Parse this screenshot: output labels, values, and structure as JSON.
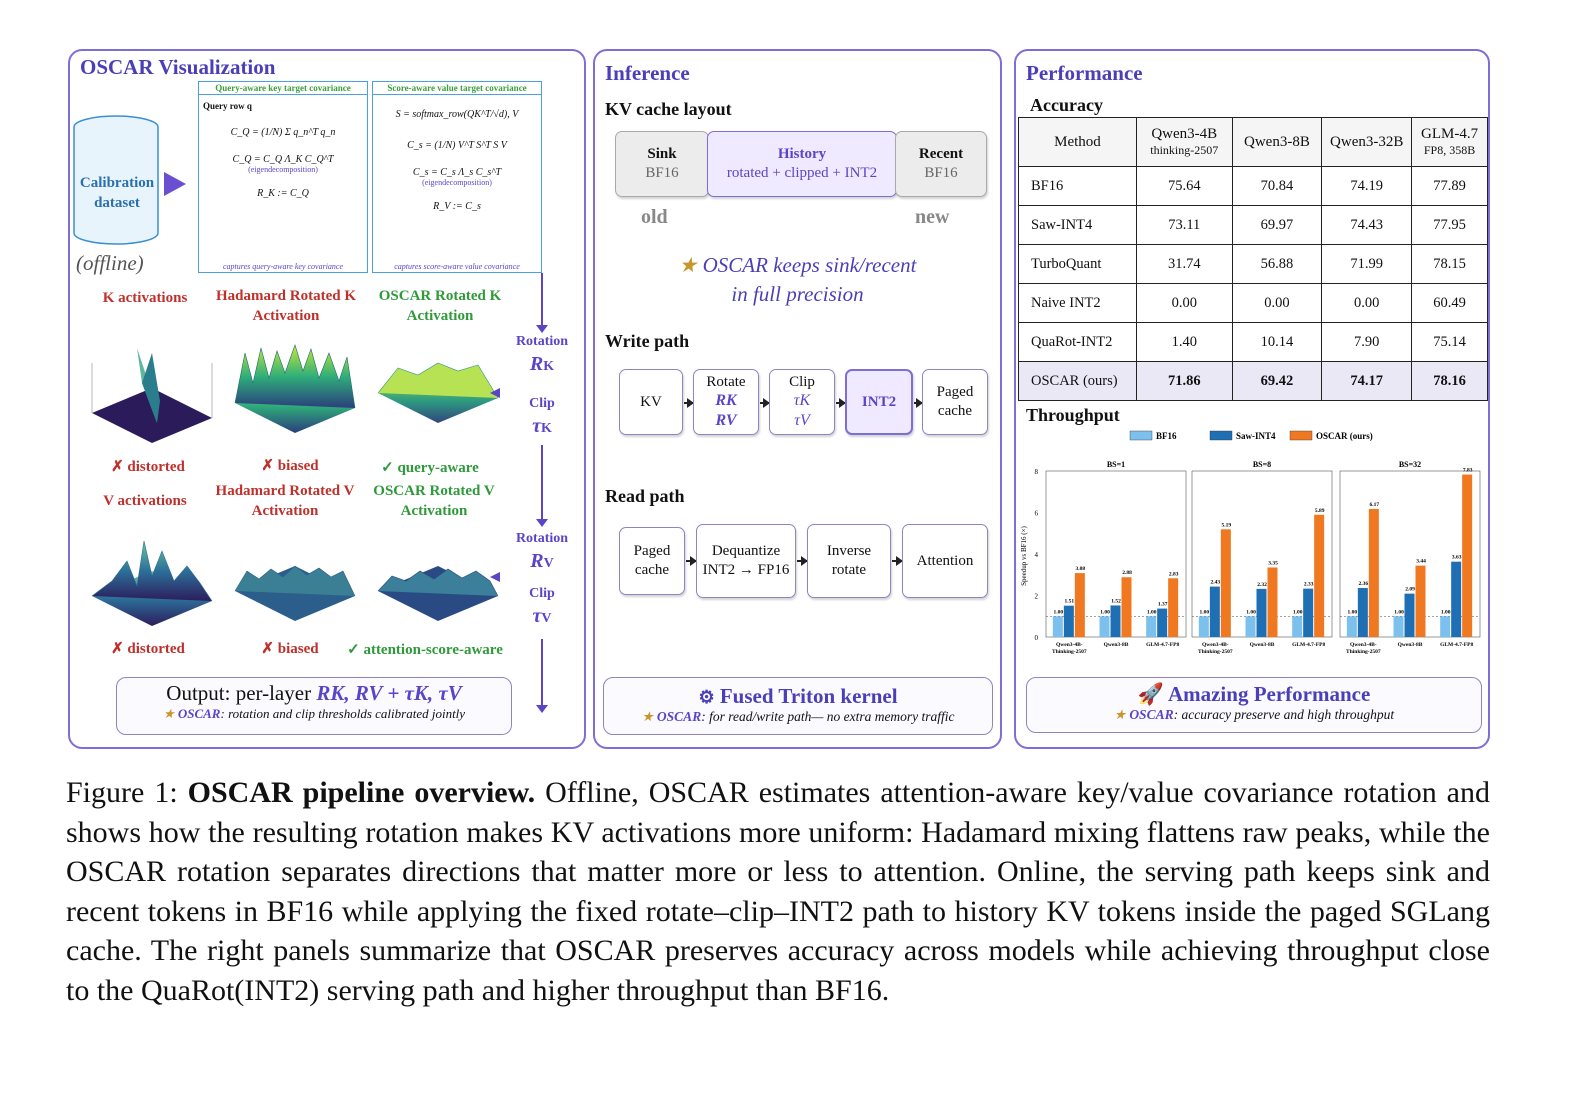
{
  "left_panel": {
    "title": "OSCAR Visualization",
    "calib_label": "Calibration dataset",
    "offline": "(offline)",
    "key_box_title": "Query-aware key target covariance",
    "val_box_title": "Score-aware value target covariance",
    "query_row": "Query row q",
    "key_eq1": "C_Q = (1/N) Σ q_n^T q_n",
    "key_eq2": "C_Q = C_Q Λ_K C_Q^T",
    "key_eig": "(eigendecomposition)",
    "key_eq3": "R_K := C_Q",
    "key_foot": "captures query-aware key covariance",
    "val_eq0": "S = softmax_row(QK^T/√d), V",
    "val_eq1": "C_s = (1/N) V^T S^T S V",
    "val_eq2": "C_s = C_s Λ_s C_s^T",
    "val_eig": "(eigendecomposition)",
    "val_eq3": "R_V := C_s",
    "val_foot": "captures score-aware value covariance",
    "k_act": "K activations",
    "k_had": "Hadamard Rotated K Activation",
    "k_oscar": "OSCAR Rotated K Activation",
    "v_act": "V activations",
    "v_had": "Hadamard Rotated V Activation",
    "v_oscar": "OSCAR Rotated V Activation",
    "k_tag1": "✗ distorted",
    "k_tag2": "✗ biased",
    "k_tag3": "✓ query-aware",
    "v_tag1": "✗ distorted",
    "v_tag2": "✗ biased",
    "v_tag3": "✓ attention-score-aware",
    "rot_k_label": "Rotation",
    "rot_k_sym": "R",
    "rot_k_sub": "K",
    "clip_k_label": "Clip",
    "clip_k_sym": "τ",
    "clip_k_sub": "K",
    "rot_v_label": "Rotation",
    "rot_v_sym": "R",
    "rot_v_sub": "V",
    "clip_v_label": "Clip",
    "clip_v_sym": "τ",
    "clip_v_sub": "V",
    "output_text": "Output: per-layer",
    "output_syms": "RK, RV + τK, τV",
    "output_note_brand": "OSCAR",
    "output_note": ": rotation and clip thresholds calibrated jointly"
  },
  "middle_panel": {
    "title": "Inference",
    "kv_layout": "KV cache layout",
    "sink": "Sink",
    "sink_sub": "BF16",
    "history": "History",
    "history_sub": "rotated + clipped + INT2",
    "recent": "Recent",
    "recent_sub": "BF16",
    "old": "old",
    "new": "new",
    "keeps_line1": "OSCAR keeps sink/recent",
    "keeps_line2": "in full precision",
    "write_path": "Write path",
    "w_kv": "KV",
    "w_rotate": "Rotate",
    "w_rotate_sym1": "RK",
    "w_rotate_sym2": "RV",
    "w_clip": "Clip",
    "w_clip_sym1": "τK",
    "w_clip_sym2": "τV",
    "w_int2": "INT2",
    "w_paged": "Paged cache",
    "read_path": "Read path",
    "r_paged": "Paged cache",
    "r_dequant": "Dequantize",
    "r_dequant_sub": "INT2 → FP16",
    "r_inverse": "Inverse rotate",
    "r_attention": "Attention",
    "kernel_title": "Fused Triton kernel",
    "kernel_note_brand": "OSCAR",
    "kernel_note": ": for read/write path— no extra memory traffic"
  },
  "right_panel": {
    "title": "Performance",
    "accuracy": "Accuracy",
    "table": {
      "headers": [
        {
          "name": "Method",
          "sub": ""
        },
        {
          "name": "Qwen3-4B",
          "sub": "thinking-2507"
        },
        {
          "name": "Qwen3-8B",
          "sub": ""
        },
        {
          "name": "Qwen3-32B",
          "sub": ""
        },
        {
          "name": "GLM-4.7",
          "sub": "FP8, 358B"
        }
      ],
      "rows": [
        [
          "BF16",
          "75.64",
          "70.84",
          "74.19",
          "77.89"
        ],
        [
          "Saw-INT4",
          "73.11",
          "69.97",
          "74.43",
          "77.95"
        ],
        [
          "TurboQuant",
          "31.74",
          "56.88",
          "71.99",
          "78.15"
        ],
        [
          "Naive INT2",
          "0.00",
          "0.00",
          "0.00",
          "60.49"
        ],
        [
          "QuaRot-INT2",
          "1.40",
          "10.14",
          "7.90",
          "75.14"
        ],
        [
          "OSCAR (ours)",
          "71.86",
          "69.42",
          "74.17",
          "78.16"
        ]
      ]
    },
    "throughput": "Throughput",
    "perf_title": "Amazing Performance",
    "perf_note_brand": "OSCAR",
    "perf_note": ": accuracy preserve and high throughput"
  },
  "chart_data": {
    "type": "bar",
    "ylabel": "Speedup vs BF16 (×)",
    "ylim": [
      0,
      8
    ],
    "yticks": [
      0,
      2,
      4,
      6,
      8
    ],
    "legend": [
      "BF16",
      "Saw-INT4",
      "OSCAR (ours)"
    ],
    "colors": {
      "BF16": "#7cc0ee",
      "Saw-INT4": "#1f6fb4",
      "OSCAR (ours)": "#f07820"
    },
    "groups": [
      {
        "title": "BS=1",
        "categories": [
          "Qwen3-4B-Thinking-2507",
          "Qwen3-8B",
          "GLM-4.7-FP8"
        ],
        "series": [
          {
            "name": "BF16",
            "values": [
              1.0,
              1.0,
              1.0
            ]
          },
          {
            "name": "Saw-INT4",
            "values": [
              1.51,
              1.52,
              1.37
            ]
          },
          {
            "name": "OSCAR (ours)",
            "values": [
              3.08,
              2.88,
              2.83
            ]
          }
        ]
      },
      {
        "title": "BS=8",
        "categories": [
          "Qwen3-4B-Thinking-2507",
          "Qwen3-8B",
          "GLM-4.7-FP8"
        ],
        "series": [
          {
            "name": "BF16",
            "values": [
              1.0,
              1.0,
              1.0
            ]
          },
          {
            "name": "Saw-INT4",
            "values": [
              2.43,
              2.32,
              2.33
            ]
          },
          {
            "name": "OSCAR (ours)",
            "values": [
              5.19,
              3.35,
              5.89
            ]
          }
        ]
      },
      {
        "title": "BS=32",
        "categories": [
          "Qwen3-4B-Thinking-2507",
          "Qwen3-8B",
          "GLM-4.7-FP8"
        ],
        "series": [
          {
            "name": "BF16",
            "values": [
              1.0,
              1.0,
              1.0
            ]
          },
          {
            "name": "Saw-INT4",
            "values": [
              2.36,
              2.09,
              3.63
            ]
          },
          {
            "name": "OSCAR (ours)",
            "values": [
              6.17,
              3.44,
              7.83
            ]
          }
        ]
      }
    ]
  },
  "caption": {
    "prefix": "Figure 1: ",
    "bold": "OSCAR pipeline overview.",
    "text": " Offline, OSCAR estimates attention-aware key/value covariance rotation and shows how the resulting rotation makes KV activations more uniform: Hadamard mixing flattens raw peaks, while the OSCAR rotation separates directions that matter more or less to attention. Online, the serving path keeps sink and recent tokens in BF16 while applying the fixed rotate–clip–INT2 path to history KV tokens inside the paged SGLang cache. The right panels summarize that OSCAR preserves accuracy across models while achieving throughput close to the QuaRot(INT2) serving path and higher throughput than BF16."
  }
}
